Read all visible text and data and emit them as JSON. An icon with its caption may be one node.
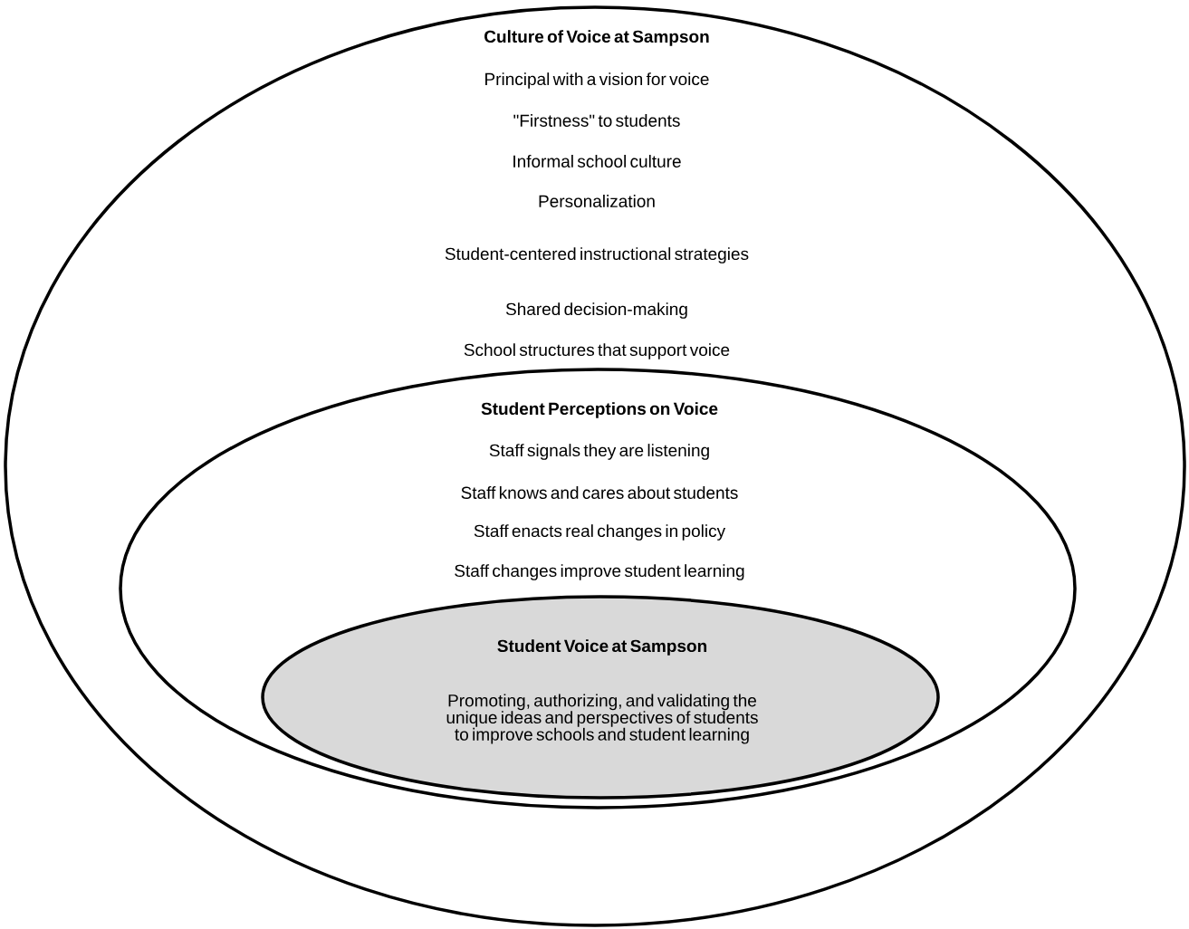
{
  "diagram": {
    "nodes": [
      {
        "text": [
          "Culture of Voice at Sampson",
          "Principal with a vision for voice",
          "\"Firstness\" to students",
          "Informal school culture",
          "Personalization",
          "Student-centered instructional strategies",
          "Shared decision-making",
          "School structures that support voice"
        ]
      },
      {
        "text": [
          "Student Perceptions on Voice",
          "Staff signals they are listening",
          "Staff knows and cares about students",
          "Staff enacts real changes in policy",
          "Staff changes improve student learning"
        ],
        "in": 0
      },
      {
        "text": [
          "Student Voice at Sampson",
          "Promoting, authorizing, and validating the unique ideas and perspectives of students to improve schools and student learning"
        ],
        "in": 1
      }
    ]
  }
}
